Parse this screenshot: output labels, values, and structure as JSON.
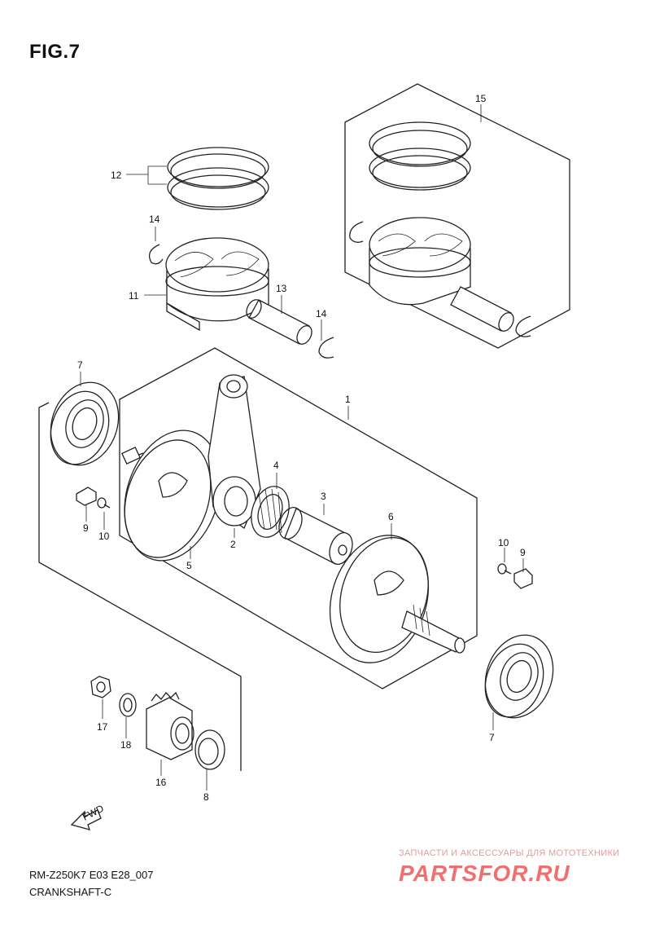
{
  "figure": {
    "title": "FIG.7"
  },
  "callouts": {
    "c1": "1",
    "c2": "2",
    "c3": "3",
    "c4": "4",
    "c5": "5",
    "c6": "6",
    "c7a": "7",
    "c7b": "7",
    "c8": "8",
    "c9a": "9",
    "c9b": "9",
    "c10a": "10",
    "c10b": "10",
    "c11": "11",
    "c12": "12",
    "c13": "13",
    "c14a": "14",
    "c14b": "14",
    "c15": "15",
    "c16": "16",
    "c17": "17",
    "c18": "18"
  },
  "fwd_label": "FWD",
  "footer": {
    "code": "RM-Z250K7 E03 E28_007",
    "name": "CRANKSHAFT-C"
  },
  "watermark": {
    "tagline": "ЗАПЧАСТИ И АКСЕССУАРЫ ДЛЯ МОТОТЕХНИКИ",
    "logo": "PARTSFOR.RU"
  }
}
